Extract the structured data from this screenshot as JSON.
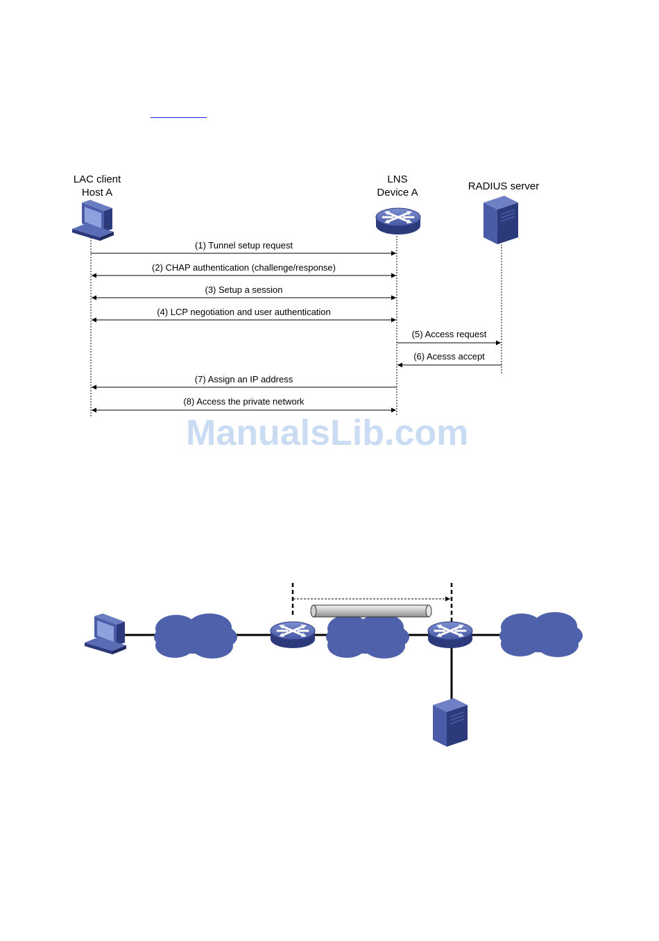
{
  "top_link_text": "",
  "sequence": {
    "participants": [
      {
        "id": "host",
        "line1": "LAC client",
        "line2": "Host A",
        "icon": "pc-icon"
      },
      {
        "id": "lns",
        "line1": "LNS",
        "line2": "Device A",
        "icon": "router-icon"
      },
      {
        "id": "radius",
        "line1": "RADIUS server",
        "line2": "",
        "icon": "server-icon"
      }
    ],
    "messages": [
      {
        "text": "(1) Tunnel setup request"
      },
      {
        "text": "(2) CHAP authentication (challenge/response)"
      },
      {
        "text": "(3) Setup a session"
      },
      {
        "text": "(4) LCP negotiation and user authentication"
      },
      {
        "text": "(5) Access request"
      },
      {
        "text": "(6) Acesss accept"
      },
      {
        "text": "(7) Assign an IP address"
      },
      {
        "text": "(8) Access the private network"
      }
    ]
  },
  "watermark": "ManualsLib.com",
  "colors": {
    "device_blue": "#4a5ba8",
    "device_dark": "#2c3a7c",
    "cloud_blue": "#4f61ab",
    "tunnel_gray": "#c8c8c8",
    "link_blue": "#1f1fd6",
    "watermark": "#c9dcf3"
  }
}
